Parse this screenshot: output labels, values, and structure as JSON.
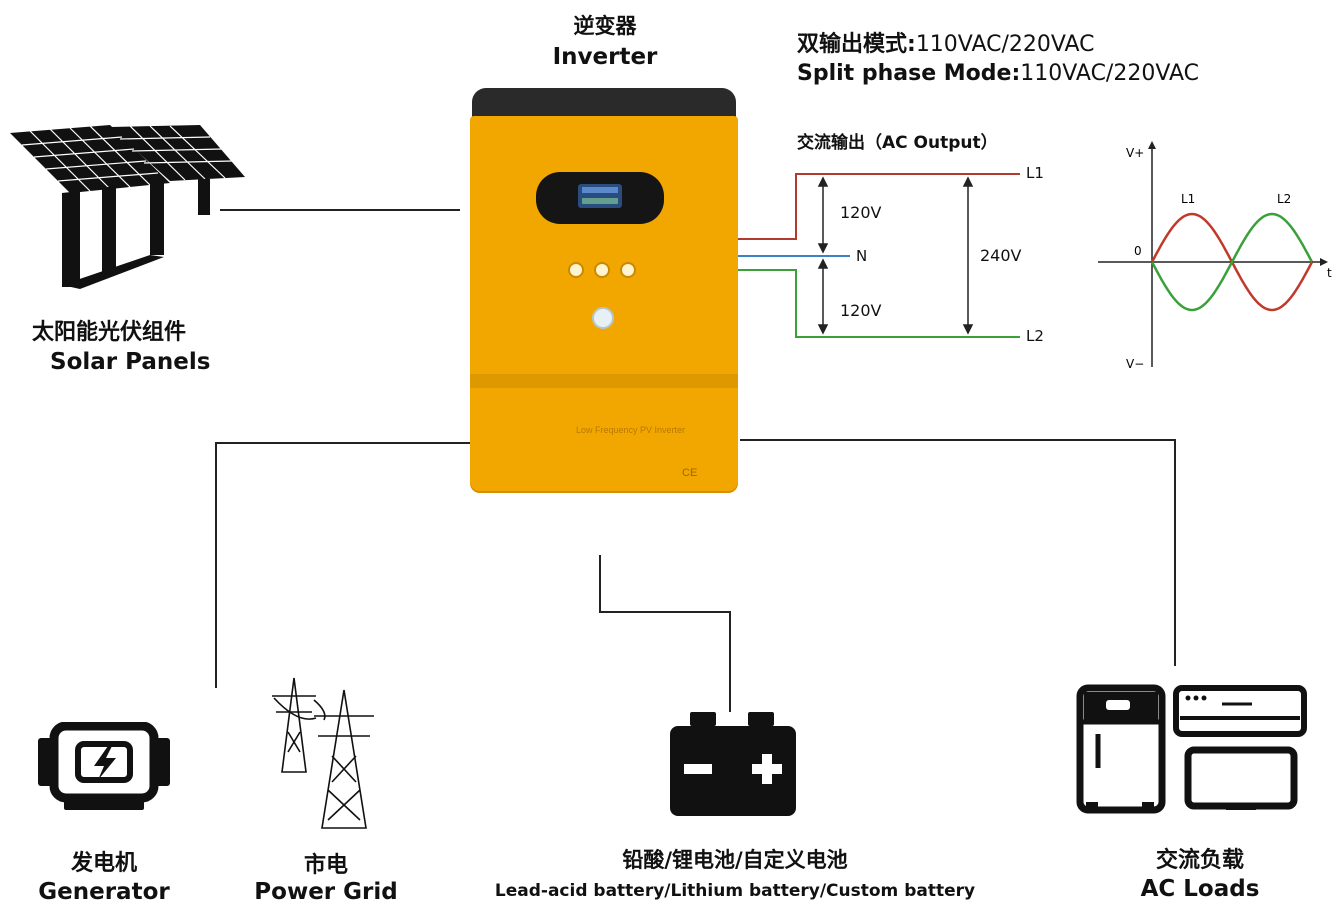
{
  "inverter": {
    "title_cn": "逆变器",
    "title_en": "Inverter",
    "panel_text": "Low Frequency PV Inverter",
    "cert_text": "CE"
  },
  "mode": {
    "line1_label": "双输出模式:",
    "line1_value": "110VAC/220VAC",
    "line2_label": "Split phase Mode:",
    "line2_value": "110VAC/220VAC"
  },
  "ac_output": {
    "title": "交流输出（AC Output）",
    "l1": "L1",
    "l2": "L2",
    "n": "N",
    "v_upper": "120V",
    "v_lower": "120V",
    "v_total": "240V"
  },
  "waveform": {
    "v_plus": "V+",
    "v_minus": "V−",
    "origin": "0",
    "t_axis": "t",
    "l1": "L1",
    "l2": "L2",
    "colors": {
      "l1": "#c0392b",
      "l2": "#3aa13a"
    }
  },
  "solar": {
    "cn": "太阳能光伏组件",
    "en": "Solar Panels"
  },
  "generator": {
    "cn": "发电机",
    "en": "Generator"
  },
  "grid": {
    "cn": "市电",
    "en": "Power Grid"
  },
  "battery": {
    "cn": "铅酸/锂电池/自定义电池",
    "en": "Lead-acid battery/Lithium battery/Custom battery"
  },
  "loads": {
    "cn": "交流负载",
    "en": "AC Loads"
  },
  "colors": {
    "inverter_body": "#f2a700",
    "inverter_top": "#2a2a2a",
    "line_l1": "#b03a2e",
    "line_n": "#3b82c4",
    "line_l2": "#3aa13a"
  }
}
